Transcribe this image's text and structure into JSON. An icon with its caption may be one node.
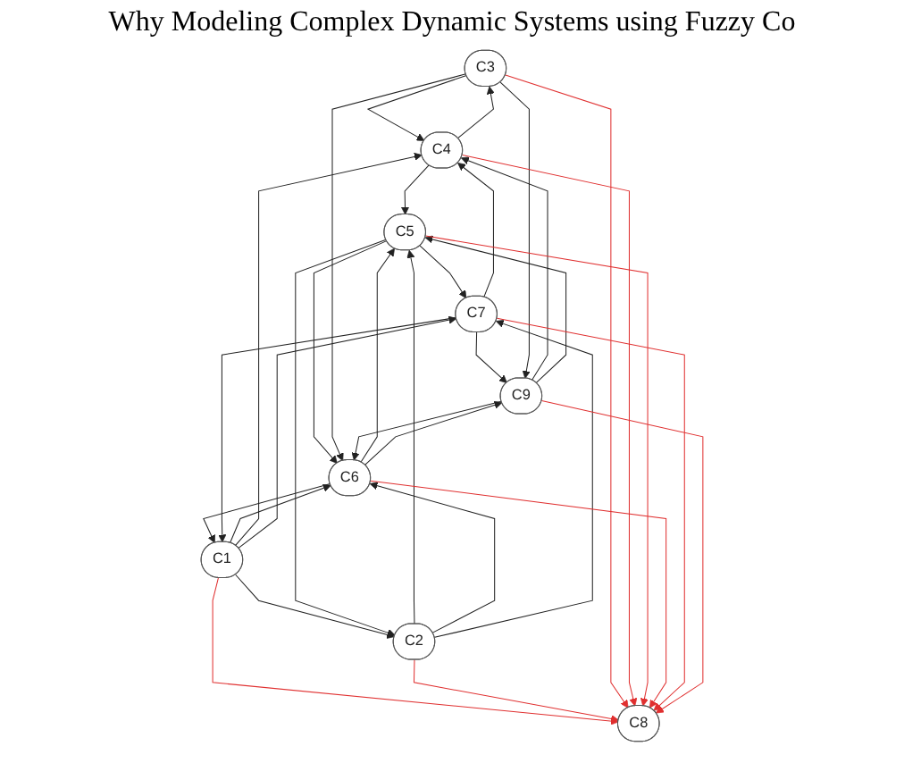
{
  "diagram": {
    "title": "Why Modeling Complex Dynamic Systems using Fuzzy Co",
    "nodes": [
      {
        "text": [
          "C3"
        ]
      },
      {
        "text": [
          "C4"
        ]
      },
      {
        "text": [
          "C2"
        ]
      },
      {
        "text": [
          "C5"
        ]
      },
      {
        "text": [
          "C1"
        ]
      },
      {
        "text": [
          "C6"
        ]
      },
      {
        "text": [
          "C9"
        ]
      },
      {
        "text": [
          "C7"
        ]
      },
      {
        "text": [
          "C8"
        ]
      }
    ],
    "edges": [
      {
        "from": 1,
        "to": 0,
        "arrow": "to"
      },
      {
        "from": 0,
        "to": 1,
        "arrow": "to"
      },
      {
        "from": 1,
        "to": 3,
        "arrow": "to"
      },
      {
        "from": 4,
        "to": 2,
        "arrow": "to"
      },
      {
        "from": 3,
        "to": 7,
        "arrow": "to"
      },
      {
        "from": 3,
        "to": 5,
        "arrow": "to"
      },
      {
        "from": 5,
        "to": 3,
        "arrow": "to"
      },
      {
        "from": 7,
        "to": 6,
        "arrow": "to"
      },
      {
        "from": 2,
        "to": 3,
        "arrow": "to"
      },
      {
        "from": 3,
        "to": 2,
        "arrow": "to"
      },
      {
        "from": 4,
        "to": 5,
        "arrow": "to"
      },
      {
        "from": 5,
        "to": 4,
        "arrow": "to"
      },
      {
        "from": 7,
        "to": 4,
        "arrow": "to"
      },
      {
        "from": 0,
        "to": 6,
        "arrow": "to"
      },
      {
        "from": 0,
        "to": 5,
        "arrow": "to"
      },
      {
        "from": 2,
        "to": 5,
        "arrow": "to"
      },
      {
        "from": 2,
        "to": 7,
        "arrow": "to"
      },
      {
        "from": 6,
        "to": 1,
        "arrow": "to"
      },
      {
        "from": 4,
        "to": 1,
        "arrow": "to"
      },
      {
        "from": 5,
        "to": 6,
        "arrow": "to"
      },
      {
        "from": 6,
        "to": 3,
        "arrow": "to"
      },
      {
        "from": 7,
        "to": 1,
        "arrow": "to"
      },
      {
        "from": 6,
        "to": 5,
        "arrow": "to"
      },
      {
        "from": 4,
        "to": 7,
        "arrow": "to"
      },
      {
        "from": 4,
        "to": 8,
        "arrow": "to",
        "color": "#e03030"
      },
      {
        "from": 2,
        "to": 8,
        "arrow": "to",
        "color": "#e03030"
      },
      {
        "from": 0,
        "to": 8,
        "arrow": "to",
        "color": "#e03030"
      },
      {
        "from": 1,
        "to": 8,
        "arrow": "to",
        "color": "#e03030"
      },
      {
        "from": 3,
        "to": 8,
        "arrow": "to",
        "color": "#e03030"
      },
      {
        "from": 5,
        "to": 8,
        "arrow": "to",
        "color": "#e03030"
      },
      {
        "from": 7,
        "to": 8,
        "arrow": "to",
        "color": "#e03030"
      },
      {
        "from": 6,
        "to": 8,
        "arrow": "to",
        "color": "#e03030"
      }
    ]
  }
}
